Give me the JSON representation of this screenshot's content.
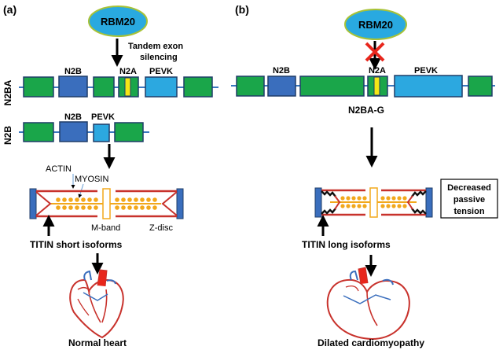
{
  "panel_a": {
    "label": "(a)",
    "protein": "RBM20",
    "process": [
      "Tandem exon",
      "silencing"
    ],
    "isoform1_label": "N2BA",
    "isoform2_label": "N2B",
    "exons": {
      "n2b": "N2B",
      "n2a": "N2A",
      "pevk": "PEVK"
    },
    "sarcomere": {
      "actin": "ACTIN",
      "myosin": "MYOSIN",
      "mband": "M-band",
      "zdisc": "Z-disc"
    },
    "titin": "TITIN short isoforms",
    "outcome": "Normal heart"
  },
  "panel_b": {
    "label": "(b)",
    "protein": "RBM20",
    "exons": {
      "n2b": "N2B",
      "n2a": "N2A",
      "pevk": "PEVK"
    },
    "isoform": "N2BA-G",
    "effect": [
      "Decreased",
      "passive",
      "tension"
    ],
    "titin": "TITIN long isoforms",
    "outcome": "Dilated cardiomyopathy"
  },
  "colors": {
    "rbm20_fill": "#29a9e0",
    "rbm20_stroke": "#a8c236",
    "exon_green": "#1aa64a",
    "exon_darkblue": "#3a6ebd",
    "exon_lightblue": "#2ca8e0",
    "n2a_yellow": "#f5e616",
    "line": "#1f3d68",
    "filament_red": "#c8322c",
    "myosin_orange": "#f2a81c",
    "inhibit": "#e8261c"
  }
}
